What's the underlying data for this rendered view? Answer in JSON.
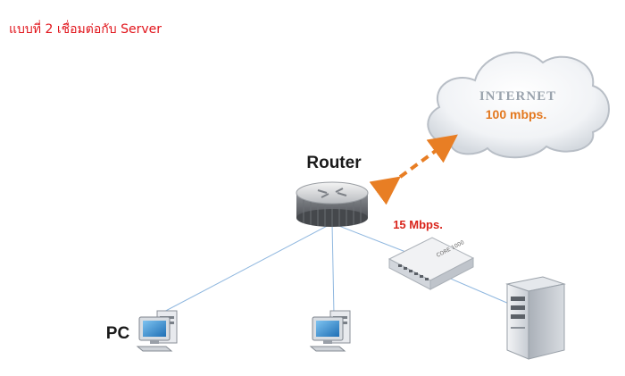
{
  "heading": "แบบที่ 2 เชื่อมต่อกับ Server",
  "internet": {
    "label": "INTERNET",
    "speed": "100 mbps."
  },
  "router": {
    "label": "Router"
  },
  "switch": {
    "speed": "15 Mbps.",
    "device_text": "CORE 1000"
  },
  "pc": {
    "label": "PC"
  },
  "colors": {
    "heading": "#e1141b",
    "link_line": "#8fb7df",
    "internet_arrow": "#e87e24",
    "speed_label": "#d9241b"
  }
}
